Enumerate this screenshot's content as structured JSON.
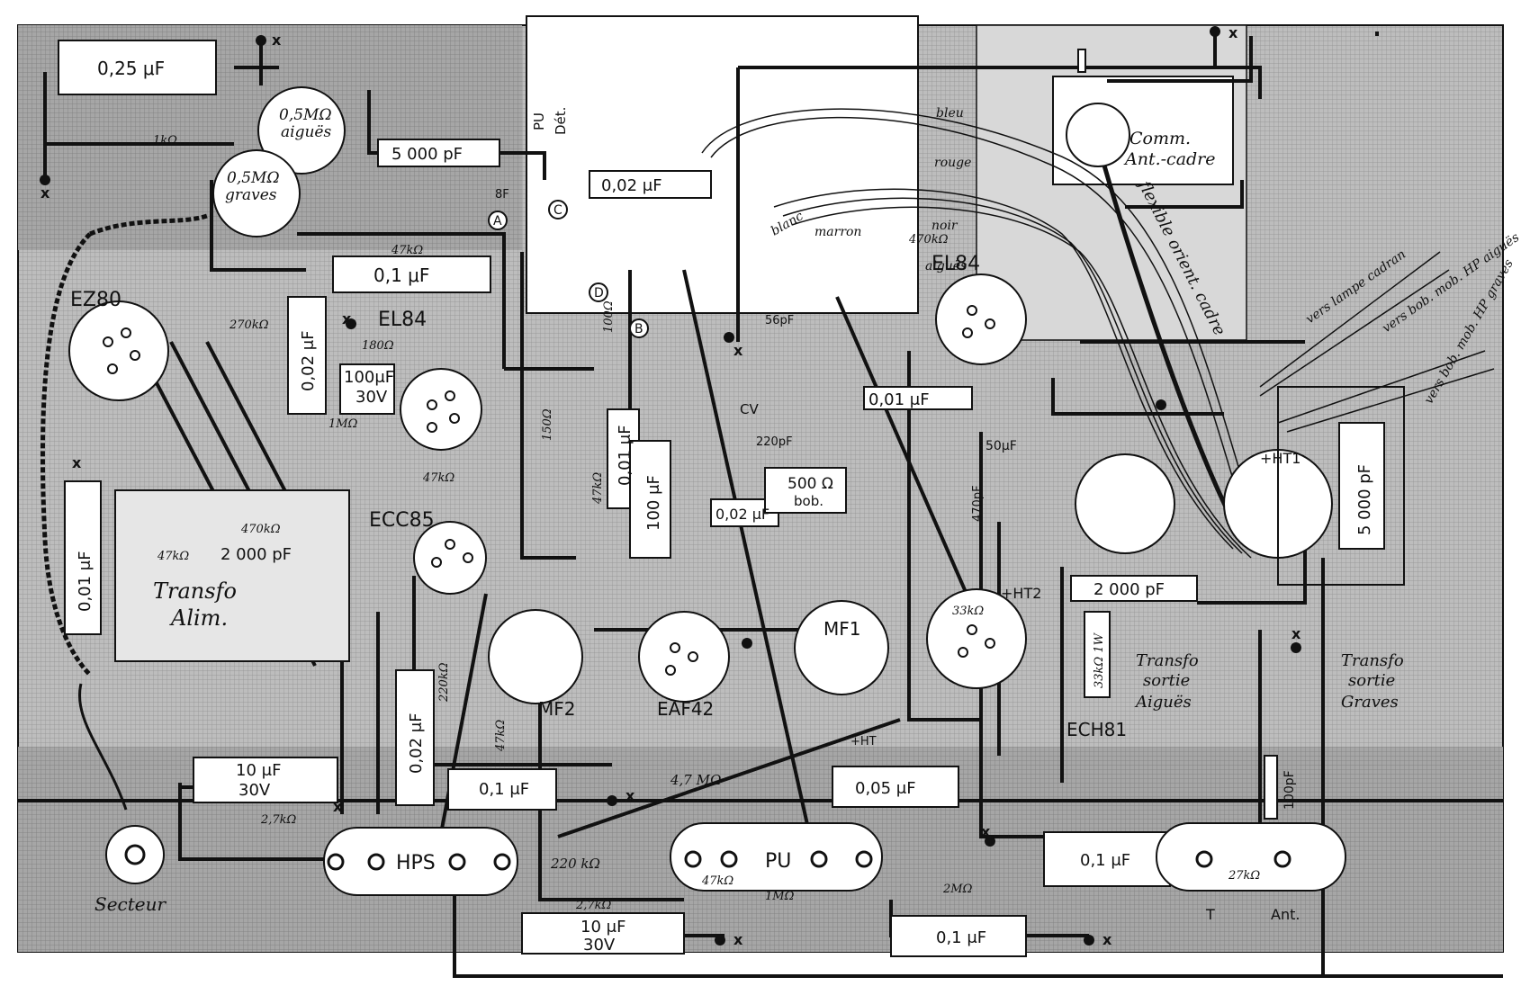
{
  "colors": {
    "panel": "#b7b7b7",
    "panel_dark": "#9d9d9d",
    "wire": "#111111",
    "paper": "#ffffff"
  },
  "tubes": {
    "ez80": "EZ80",
    "el84_left": "EL84",
    "el84_right": "EL84",
    "ecc85": "ECC85",
    "eaf42": "EAF42",
    "ech81": "ECH81"
  },
  "transformers": {
    "alim_line1": "Transfo",
    "alim_line2": "Alim.",
    "aigues_line1": "Transfo",
    "aigues_line2": "sortie",
    "aigues_line3": "Aiguës",
    "graves_line1": "Transfo",
    "graves_line2": "sortie",
    "graves_line3": "Graves"
  },
  "ifs": {
    "mf1": "MF1",
    "mf2": "MF2"
  },
  "capacitors": {
    "c_025uf": "0,25 μF",
    "c_5000pf_top": "5 000 pF",
    "c_002uf_top": "0,02 μF",
    "c_01uf_upper": "0,1 μF",
    "c_002uf_vert": "0,02 μF",
    "c_100uf_line1": "100μF",
    "c_100uf_line2": "30V",
    "c_001uf_left": "0,01 μF",
    "c_2000pf_left": "2 000 pF",
    "c_001uf_mid": "0,01 μF",
    "c_100uf_mid": "100 μF",
    "c_002uf_mid": "0,02 μF",
    "c_001uf_right": "0,01 μF",
    "c_2000pf_right": "2 000 pF",
    "c_5000pf_right": "5 000 pF",
    "c_10uf_left_line1": "10 μF",
    "c_10uf_left_line2": "30V",
    "c_01uf_bottom_mid": "0,1 μF",
    "c_005uf": "0,05 μF",
    "c_002uf_bottom": "0,02 μF",
    "c_10uf_bottom_line1": "10 μF",
    "c_10uf_bottom_line2": "30V",
    "c_01uf_bottom_right": "0,1 μF",
    "c_01uf_far_right": "0,1 μF",
    "c_100pf": "100pF",
    "c_220pf": "220pF",
    "c_56pf": "56pF",
    "c_50uf": "50μF",
    "c_470pf": "470pF",
    "c_8pf": "8F"
  },
  "resistors": {
    "r_1k": "1kΩ",
    "r_47k_top": "47kΩ",
    "r_270k": "270kΩ",
    "r_180": "180Ω",
    "r_1m": "1MΩ",
    "r_470k_left": "470kΩ",
    "r_47k_left": "47kΩ",
    "r_47k_ecc": "47kΩ",
    "r_220k_vert": "220kΩ",
    "r_47k_vert": "47kΩ",
    "r_27k_left": "2,7kΩ",
    "r_47m": "4,7 MΩ",
    "r_220k_bottom": "220 kΩ",
    "r_27k_bottom": "2,7kΩ",
    "r_47k_pu": "47kΩ",
    "r_1m_pu": "1MΩ",
    "r_2m": "2MΩ",
    "r_27k_ant": "27kΩ",
    "r_33k": "33kΩ",
    "r_33k_1w": "33kΩ 1W",
    "r_470k_right": "470kΩ",
    "r_150": "150Ω",
    "r_100": "100Ω",
    "r_47k_mid": "47kΩ",
    "r_500": "500 Ω",
    "r_500_sub": "bob."
  },
  "pots": {
    "aigues_line1": "0,5MΩ",
    "aigues_line2": "aiguës",
    "graves_line1": "0,5MΩ",
    "graves_line2": "graves"
  },
  "sockets": {
    "hps": "HPS",
    "pu": "PU",
    "t": "T",
    "ant": "Ant."
  },
  "labels": {
    "secteur": "Secteur",
    "pu_det_1": "PU",
    "pu_det_2": "Dét.",
    "comm_1": "Comm.",
    "comm_2": "Ant.-cadre",
    "flexible": "flexible orient. cadre",
    "bleu": "bleu",
    "rouge": "rouge",
    "blanc": "blanc",
    "marron": "marron",
    "noir": "noir",
    "aigues_small": "aiguës",
    "vers_lampe": "vers lampe cadran",
    "vers_bob_aigues": "vers bob. mob. HP aiguës",
    "vers_bob_graves": "vers bob. mob. HP graves",
    "ht1": "+HT1",
    "ht2": "+HT2",
    "ht": "+HT",
    "cv": "CV",
    "marker_a": "A",
    "marker_b": "B",
    "marker_c": "C",
    "marker_d": "D",
    "x_mark": "x"
  }
}
